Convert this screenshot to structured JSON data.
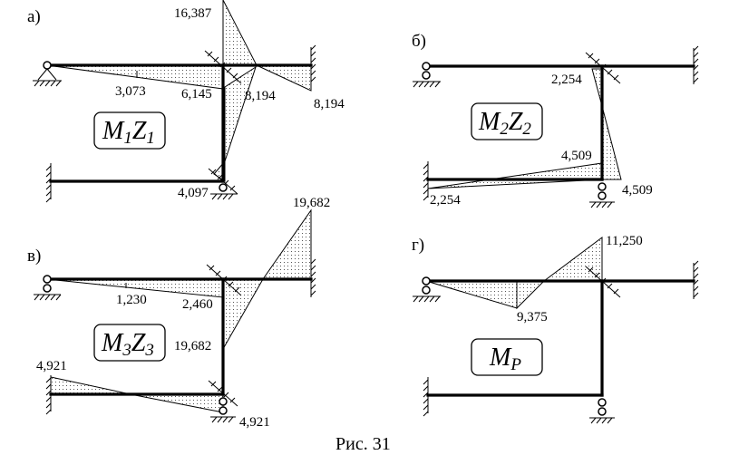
{
  "panels": {
    "a": {
      "letter": "а)",
      "moment": {
        "main": "M",
        "sub1": "1",
        "mid": "Z",
        "sub2": "1"
      },
      "values": [
        "16,387",
        "3,073",
        "6,145",
        "8,194",
        "8,194",
        "4,097"
      ]
    },
    "b": {
      "letter": "б)",
      "moment": {
        "main": "M",
        "sub1": "2",
        "mid": "Z",
        "sub2": "2"
      },
      "values": [
        "2,254",
        "4,509",
        "4,509",
        "2,254"
      ]
    },
    "v": {
      "letter": "в)",
      "moment": {
        "main": "M",
        "sub1": "3",
        "mid": "Z",
        "sub2": "3"
      },
      "values": [
        "19,682",
        "1,230",
        "2,460",
        "19,682",
        "4,921",
        "4,921"
      ]
    },
    "g": {
      "letter": "г)",
      "moment": {
        "main": "M",
        "sub1": "P",
        "mid": "",
        "sub2": ""
      },
      "values": [
        "11,250",
        "9,375"
      ]
    }
  },
  "caption": "Рис. 31"
}
